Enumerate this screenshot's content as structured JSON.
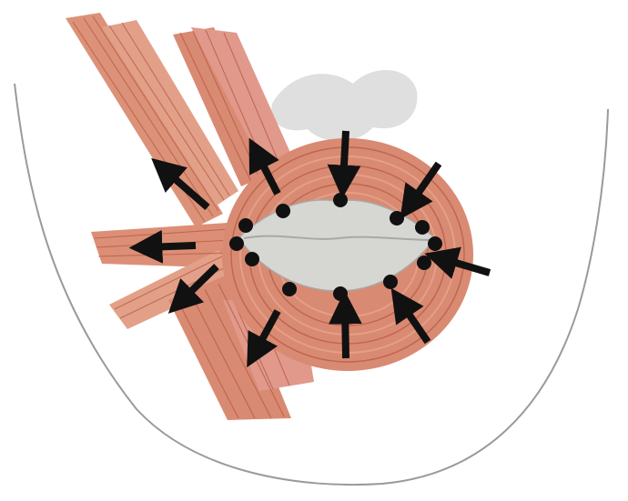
{
  "figure": {
    "subject": "perioral-muscles",
    "colors": {
      "background": "#ffffff",
      "outline": "#9a9a9a",
      "muscle_base": "#d98a72",
      "muscle_light": "#e8a48c",
      "muscle_fiber": "#b4553f",
      "lips": "#d6d6d2",
      "lips_line": "#a8a8a4",
      "nose_shadow": "#dcdcdc",
      "marker": "#111111"
    },
    "icons": [
      "arrow-icon",
      "dot-marker-icon"
    ],
    "marker_count": 12,
    "arrow_count": 10
  }
}
